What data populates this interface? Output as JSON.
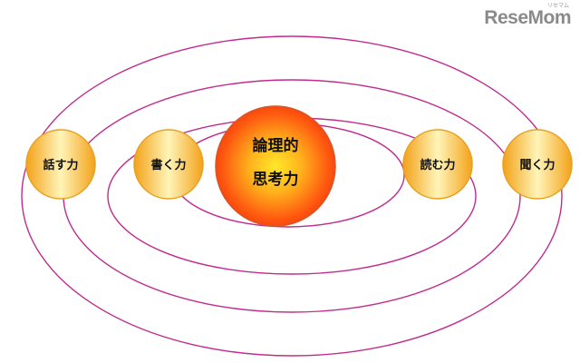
{
  "watermark": {
    "brand": "ReseMom",
    "kana": "リセマム"
  },
  "center": {
    "line1": "論理的",
    "line2": "思考力"
  },
  "skills": {
    "speak": "話す力",
    "write": "書く力",
    "read": "読む力",
    "listen": "聞く力"
  },
  "colors": {
    "orbit": "#c02c8e",
    "outline": "#e8a020"
  }
}
